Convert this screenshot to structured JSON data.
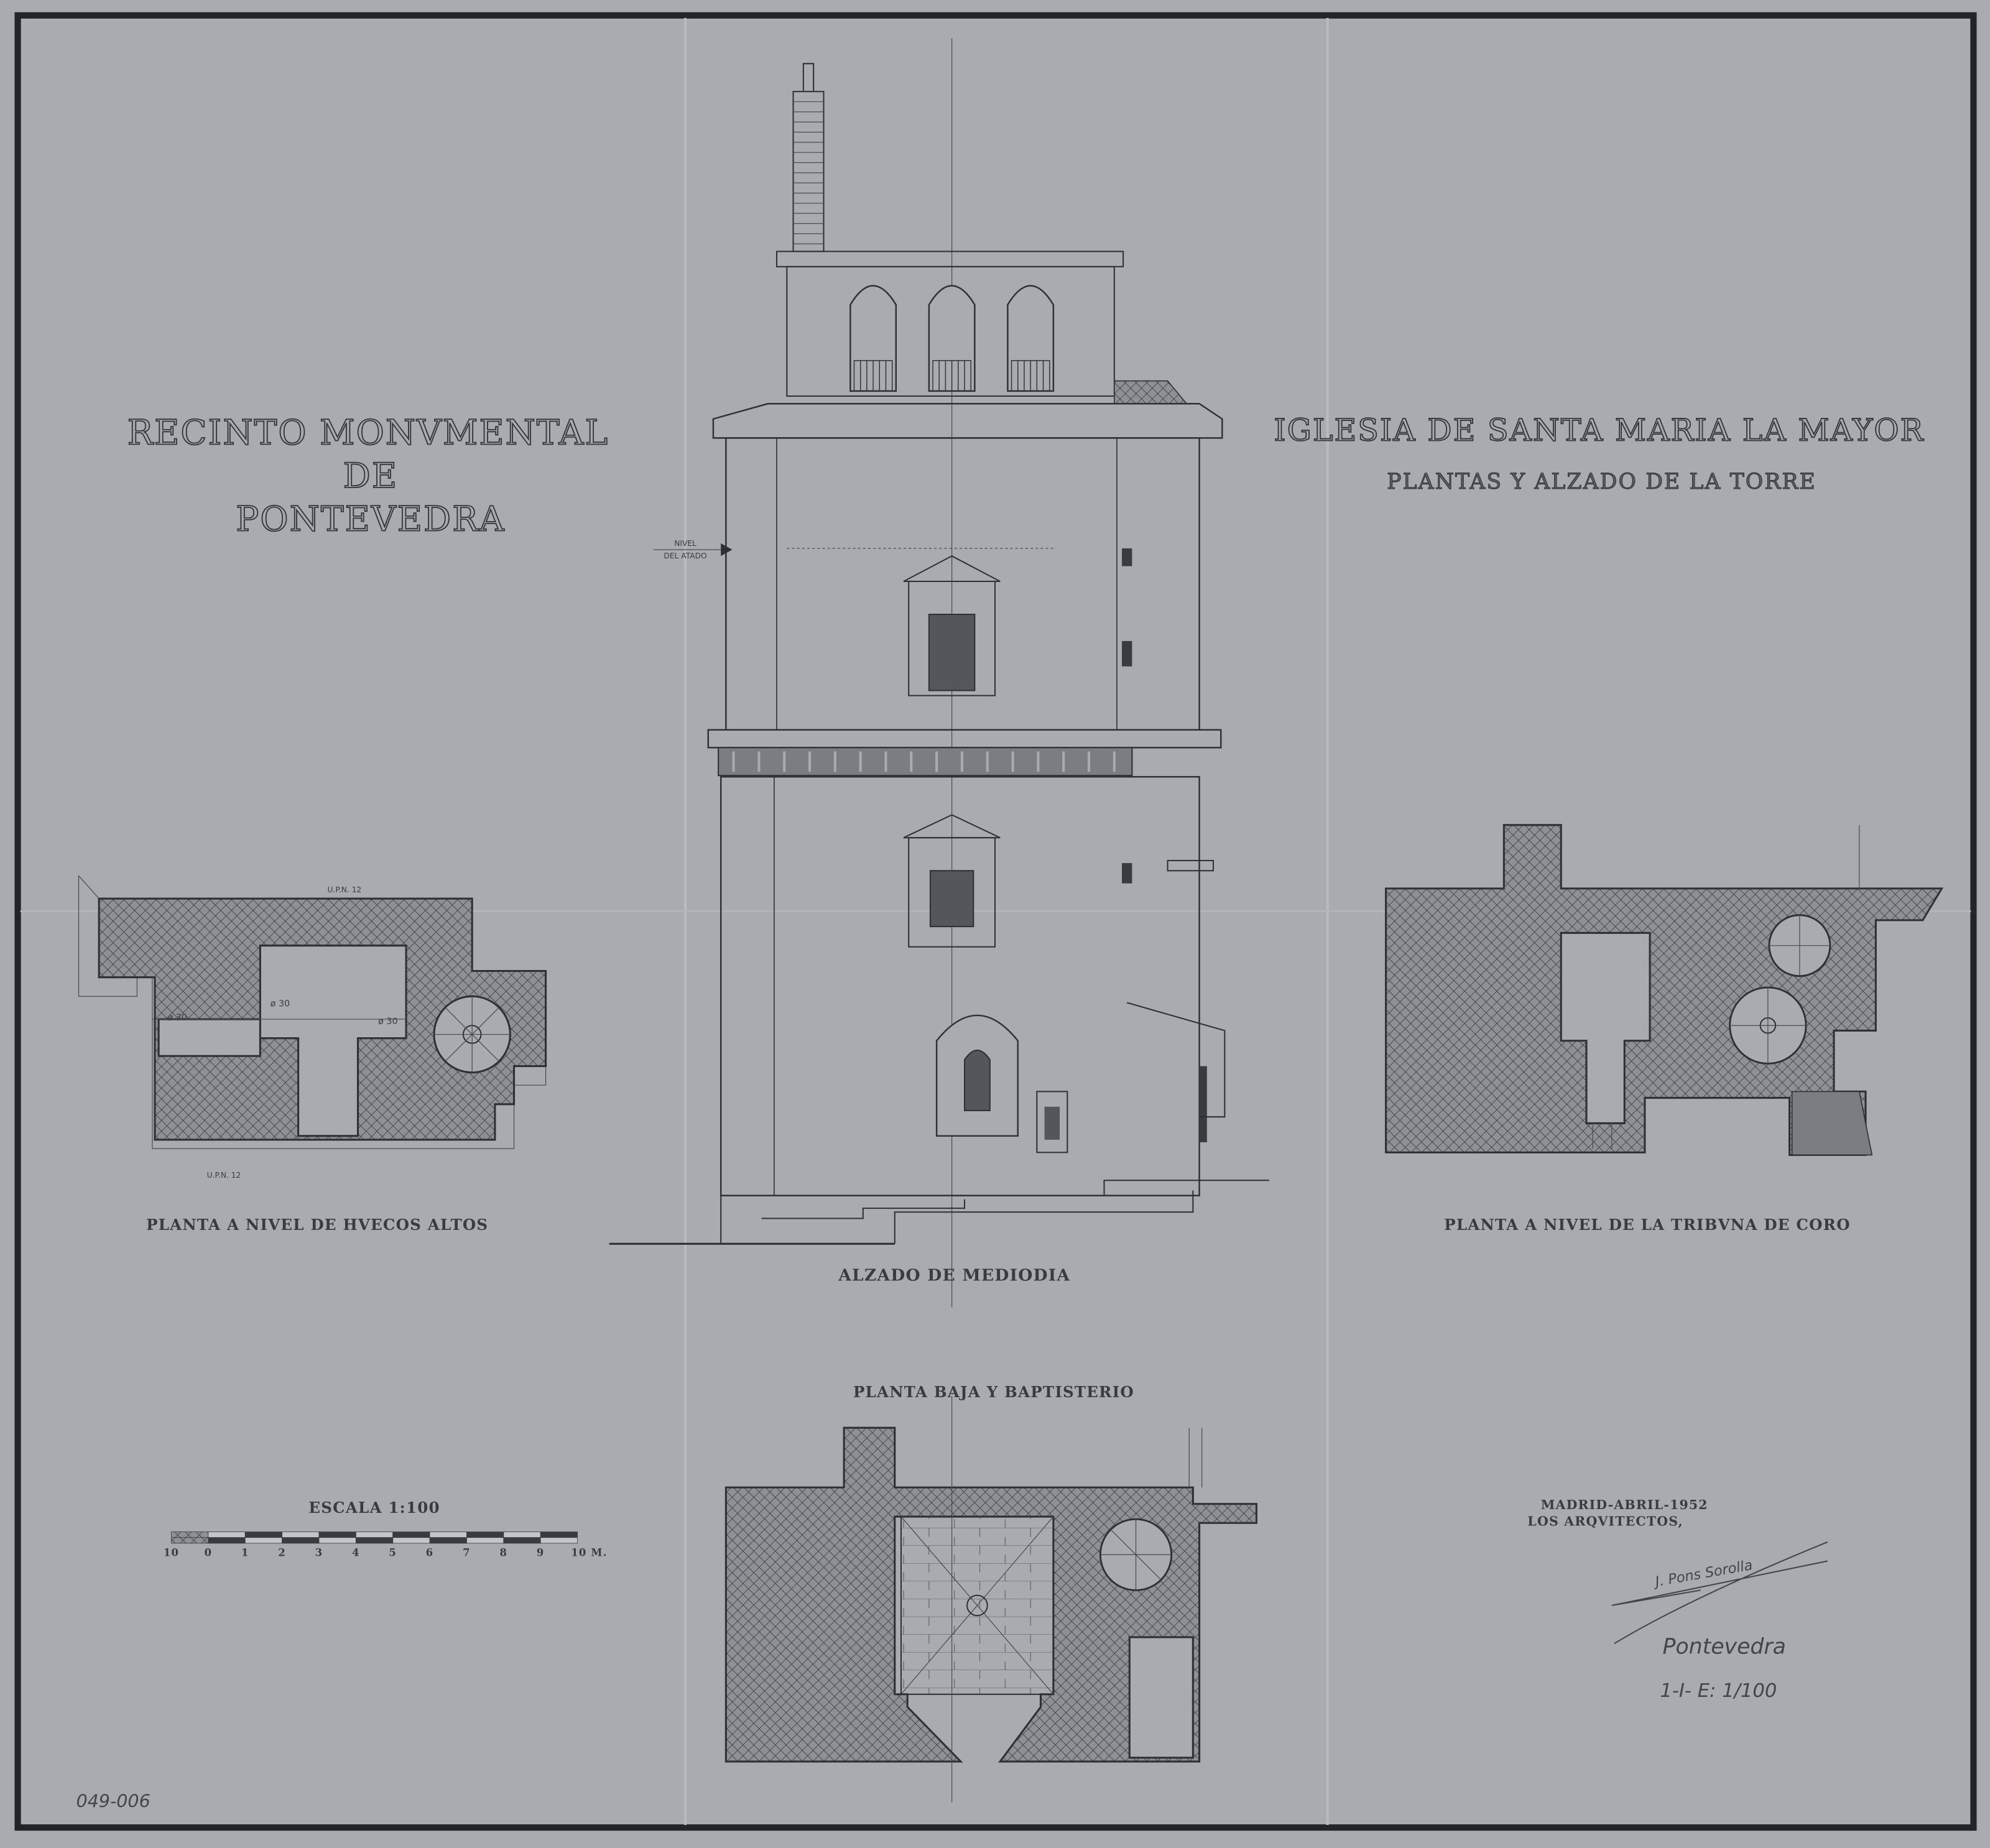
{
  "colors": {
    "paper": "#a9abb0",
    "ink": "#2f3034",
    "frame": "#232428"
  },
  "title_left": {
    "line1": "RECINTO MONVMENTAL",
    "line2": "DE",
    "line3": "PONTEVEDRA"
  },
  "title_right": {
    "line1": "IGLESIA DE SANTA MARIA LA MAYOR",
    "line2": "PLANTAS Y ALZADO DE LA TORRE"
  },
  "elevation": {
    "label": "ALZADO DE MEDIODIA",
    "level_marker": {
      "line1": "NIVEL",
      "line2": "DEL ATADO"
    }
  },
  "plans": {
    "upper": {
      "label": "PLANTA A NIVEL DE HVECOS ALTOS",
      "annotations": [
        "U.P.N. 12",
        "U.P.N. 12",
        "ø 30",
        "ø 30",
        "ø 30"
      ]
    },
    "choir": {
      "label": "PLANTA A NIVEL DE LA TRIBVNA DE CORO"
    },
    "ground": {
      "label": "PLANTA BAJA Y BAPTISTERIO"
    }
  },
  "scale": {
    "title": "ESCALA 1:100",
    "ticks": [
      "10",
      "0",
      "1",
      "2",
      "3",
      "4",
      "5",
      "6",
      "7",
      "8",
      "9",
      "10 M."
    ]
  },
  "credits": {
    "place_date": "MADRID-ABRIL-1952",
    "authors": "LOS ARQVITECTOS,"
  },
  "signature": "J. Pons Sorolla",
  "handwritten": {
    "city": "Pontevedra",
    "ref": "1-I-  E: 1/100",
    "archive_code": "049-006"
  }
}
